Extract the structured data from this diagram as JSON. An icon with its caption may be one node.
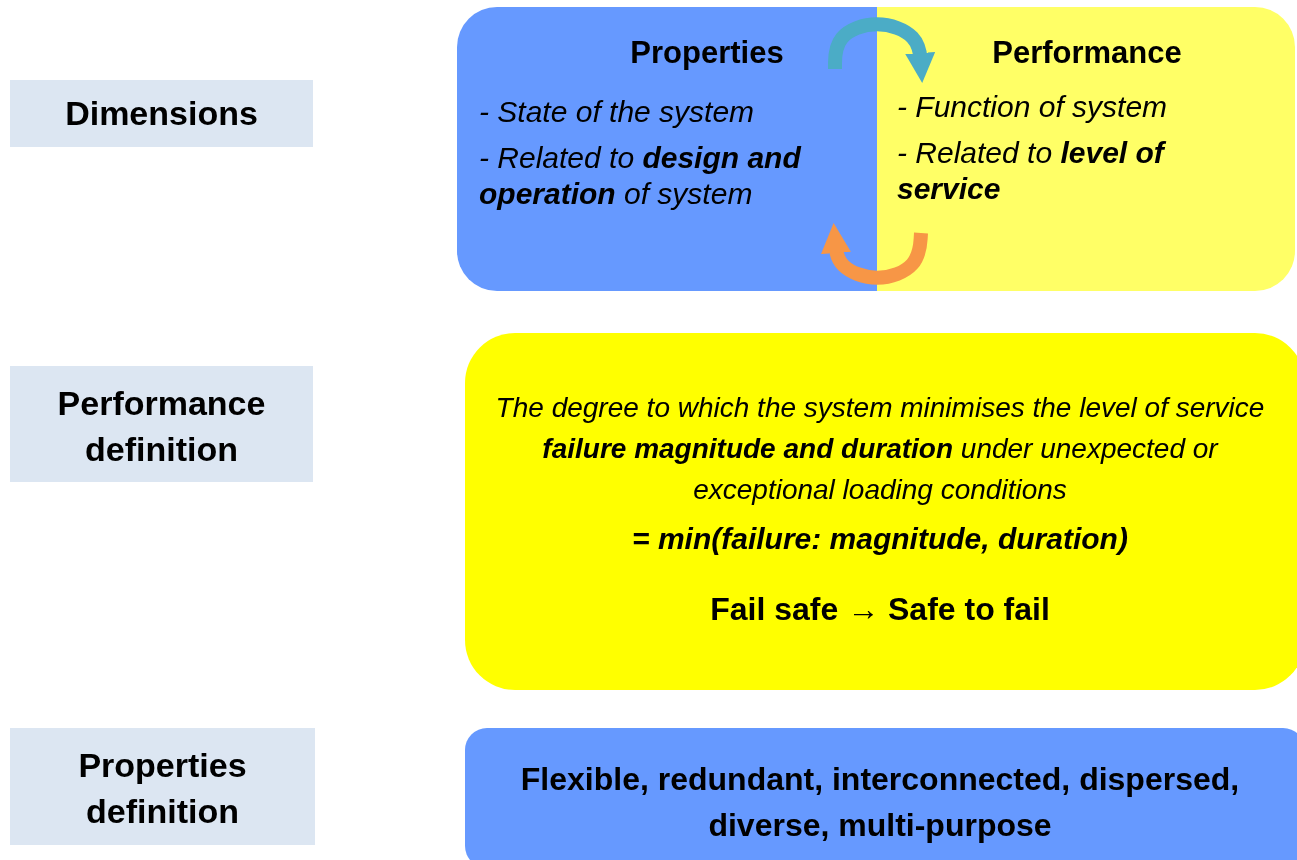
{
  "diagram": {
    "nodes": [
      {
        "text": [
          "Dimensions"
        ]
      },
      {
        "text": [
          "Properties",
          "- State of the system",
          "- Related to **design and operation** of system"
        ]
      },
      {
        "text": [
          "Performance",
          "- Function of system",
          "- Related to **level of service**"
        ]
      },
      {
        "text": [
          "Performance definition"
        ]
      },
      {
        "text": [
          "The degree to which the system minimises the level of service **failure magnitude and duration** under unexpected or exceptional loading conditions",
          "= min(failure: magnitude, duration)",
          "Fail safe → Safe to fail"
        ]
      },
      {
        "text": [
          "Properties definition"
        ]
      },
      {
        "text": [
          "Flexible, redundant, interconnected, dispersed, diverse, multi-purpose"
        ]
      }
    ],
    "edges": [
      {
        "from": 1,
        "to": 2,
        "arrow": "to",
        "color": "#4bacc6"
      },
      {
        "from": 2,
        "to": 1,
        "arrow": "to",
        "color": "#f79646"
      }
    ]
  }
}
